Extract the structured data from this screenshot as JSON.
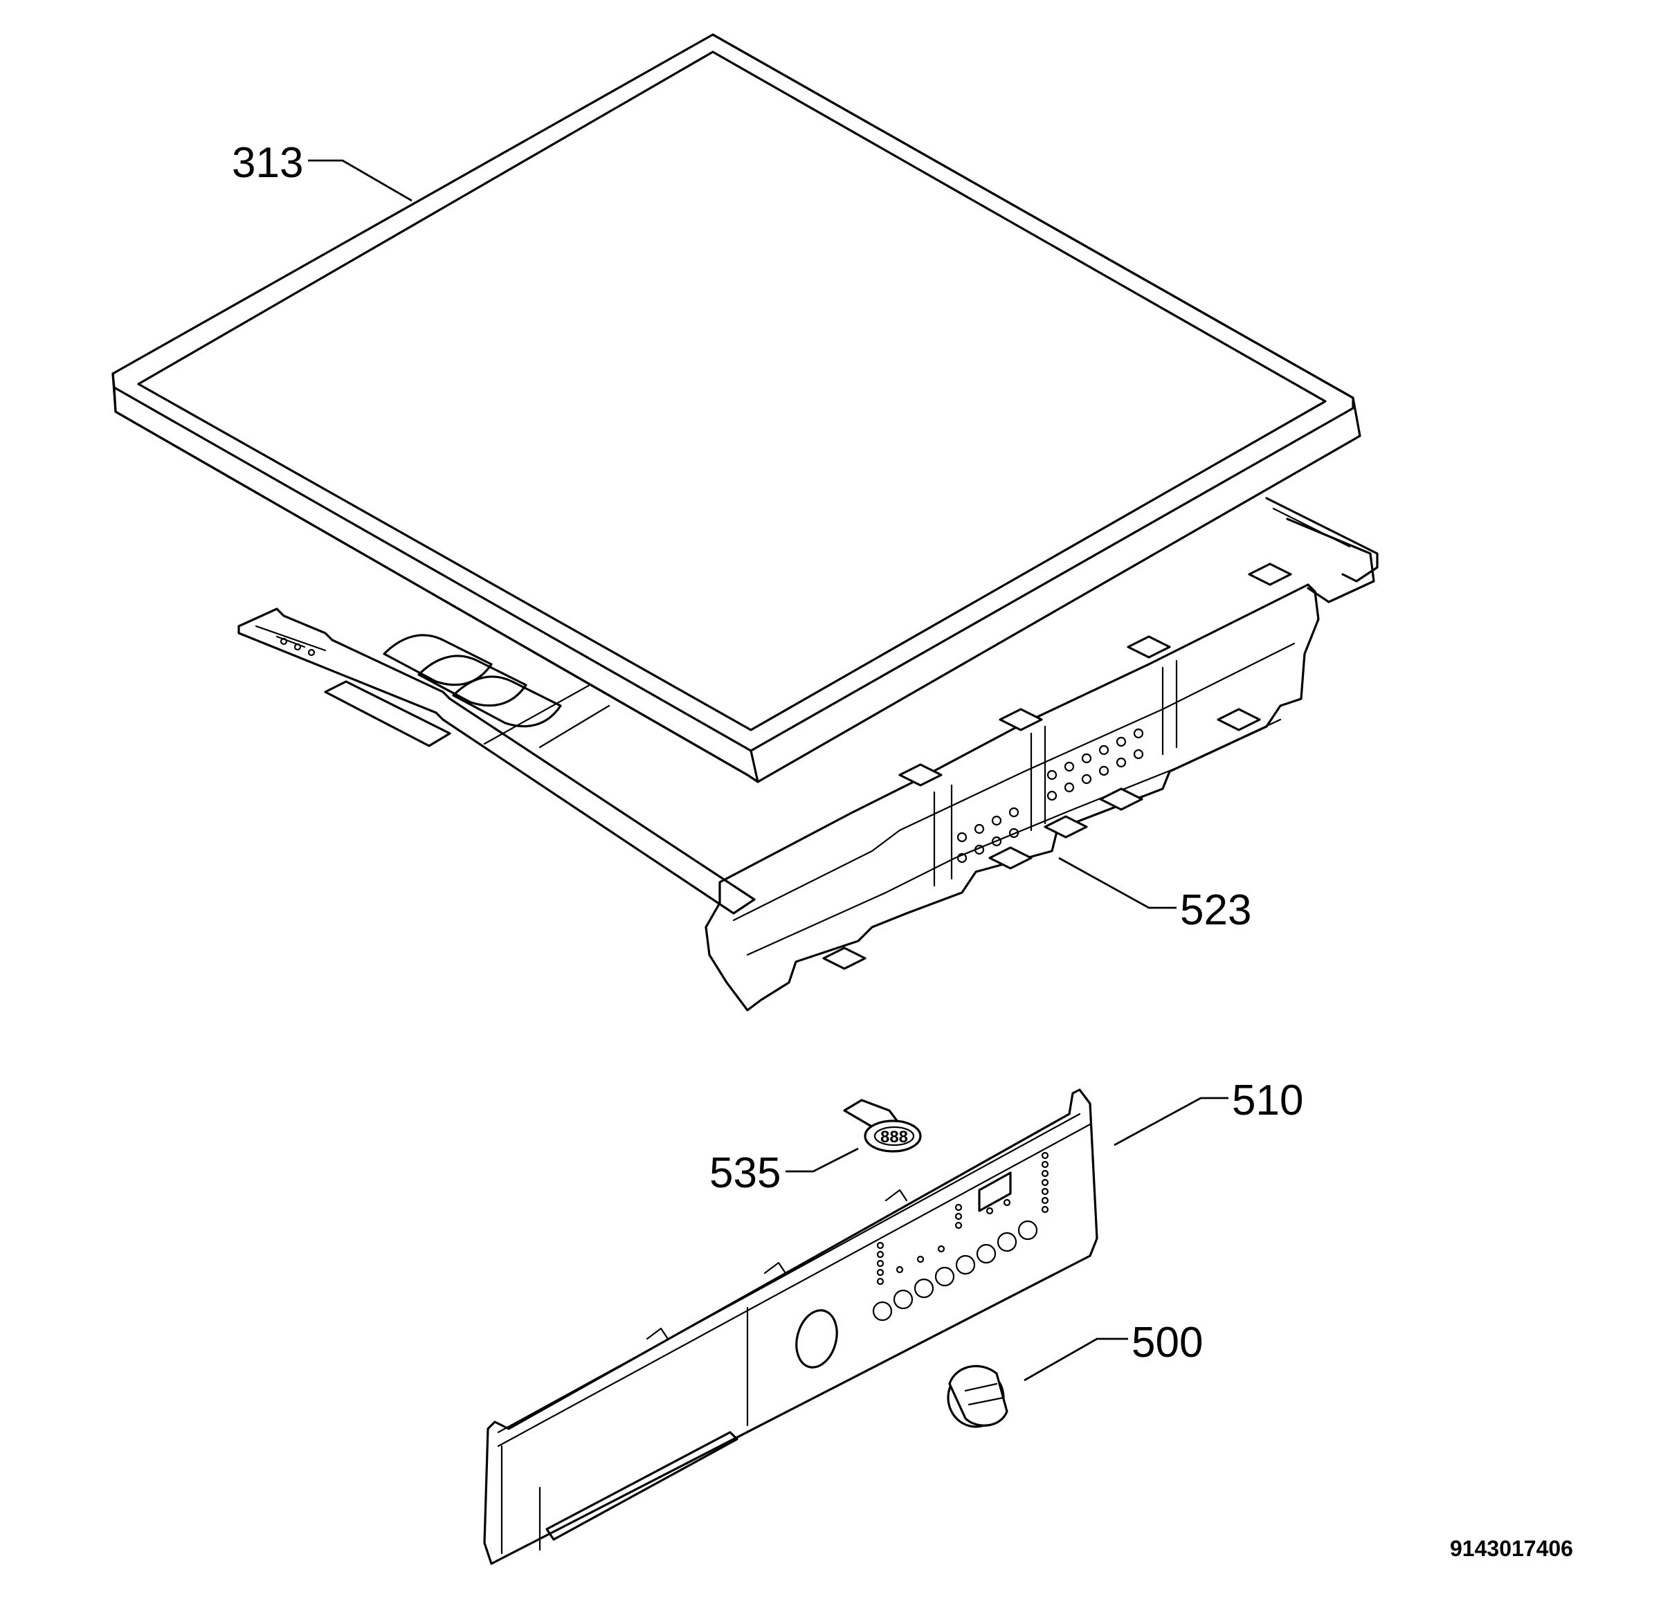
{
  "callouts": [
    {
      "id": "313",
      "text": "313"
    },
    {
      "id": "523",
      "text": "523"
    },
    {
      "id": "510",
      "text": "510"
    },
    {
      "id": "535",
      "text": "535"
    },
    {
      "id": "500",
      "text": "500"
    }
  ],
  "drawing_code": "9143017406",
  "display_digits": "888"
}
